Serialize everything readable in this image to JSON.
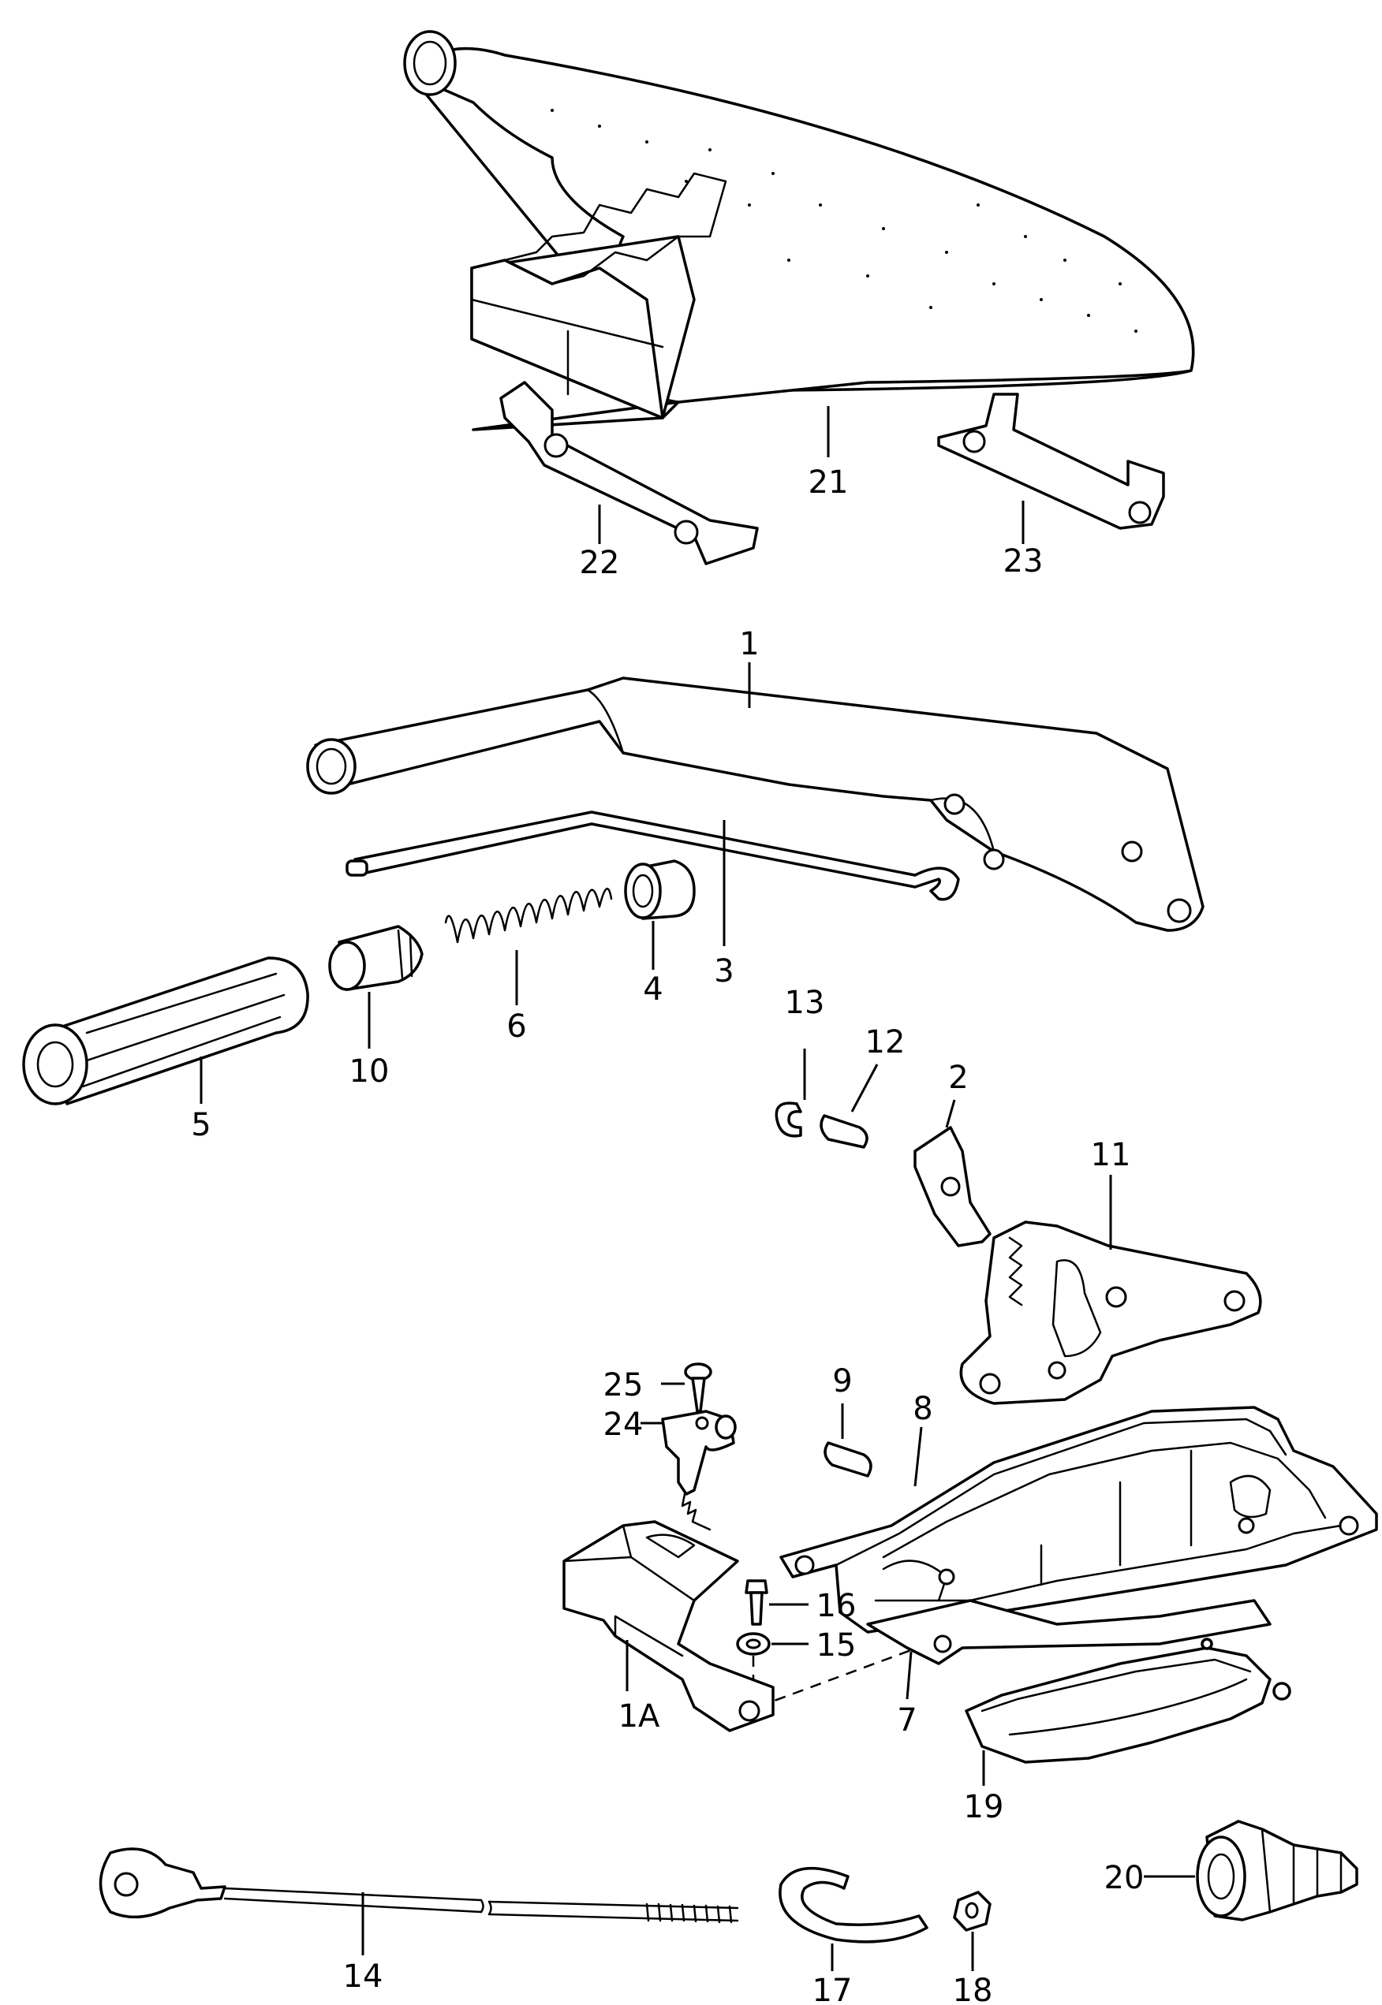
{
  "diagram": {
    "callouts": {
      "c21": "21",
      "c22": "22",
      "c23": "23",
      "c1": "1",
      "c3": "3",
      "c4": "4",
      "c6": "6",
      "c10": "10",
      "c5": "5",
      "c13": "13",
      "c12": "12",
      "c2": "2",
      "c11": "11",
      "c9": "9",
      "c25": "25",
      "c24": "24",
      "c8": "8",
      "c16": "16",
      "c15": "15",
      "c1A": "1A",
      "c7": "7",
      "c19": "19",
      "c20": "20",
      "c14": "14",
      "c17": "17",
      "c18": "18"
    },
    "colors": {
      "line": "#000000",
      "background": "#ffffff"
    }
  }
}
